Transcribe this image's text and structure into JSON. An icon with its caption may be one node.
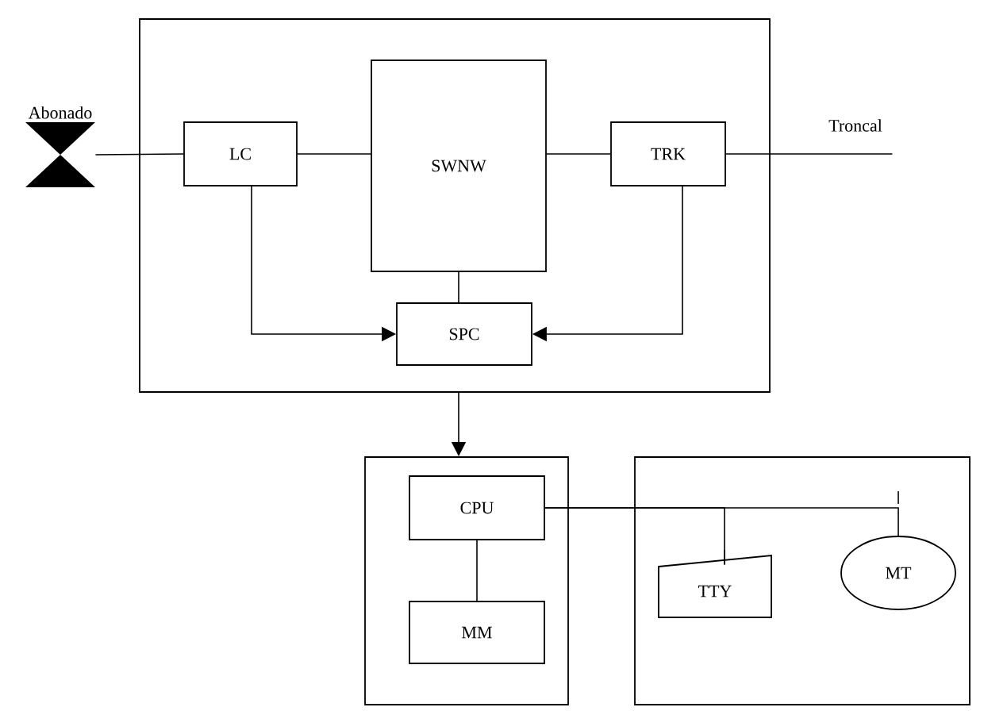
{
  "diagram": {
    "nodes": [
      {
        "text": [],
        "shape": "box"
      },
      {
        "text": [
          "Abonado"
        ]
      },
      {
        "text": [
          "LC"
        ],
        "in": 0
      },
      {
        "text": [
          "SWNW"
        ],
        "in": 0
      },
      {
        "text": [
          "TRK"
        ],
        "in": 0
      },
      {
        "text": [
          "SPC"
        ],
        "in": 0
      },
      {
        "text": [
          "Troncal"
        ]
      },
      {
        "text": [],
        "shape": "box"
      },
      {
        "text": [
          "CPU"
        ],
        "in": 7
      },
      {
        "text": [
          "MM"
        ],
        "in": 7
      },
      {
        "text": [],
        "shape": "box"
      },
      {
        "text": [
          "TTY"
        ],
        "in": 10
      },
      {
        "text": [
          "MT"
        ],
        "in": 10
      }
    ],
    "edges": [
      {
        "from": 1,
        "to": 2,
        "arrow": "none"
      },
      {
        "from": 2,
        "to": 3,
        "arrow": "none"
      },
      {
        "from": 3,
        "to": 4,
        "arrow": "none"
      },
      {
        "from": 4,
        "to": 6,
        "arrow": "none"
      },
      {
        "from": 2,
        "to": 5,
        "arrow": "to"
      },
      {
        "from": 4,
        "to": 5,
        "arrow": "to"
      },
      {
        "from": 3,
        "to": 5,
        "arrow": "none"
      },
      {
        "from": 0,
        "to": 7,
        "arrow": "to"
      },
      {
        "from": 8,
        "to": 9,
        "arrow": "none"
      },
      {
        "from": 8,
        "to": 11,
        "arrow": "none"
      },
      {
        "from": 8,
        "to": 12,
        "arrow": "none"
      }
    ]
  }
}
